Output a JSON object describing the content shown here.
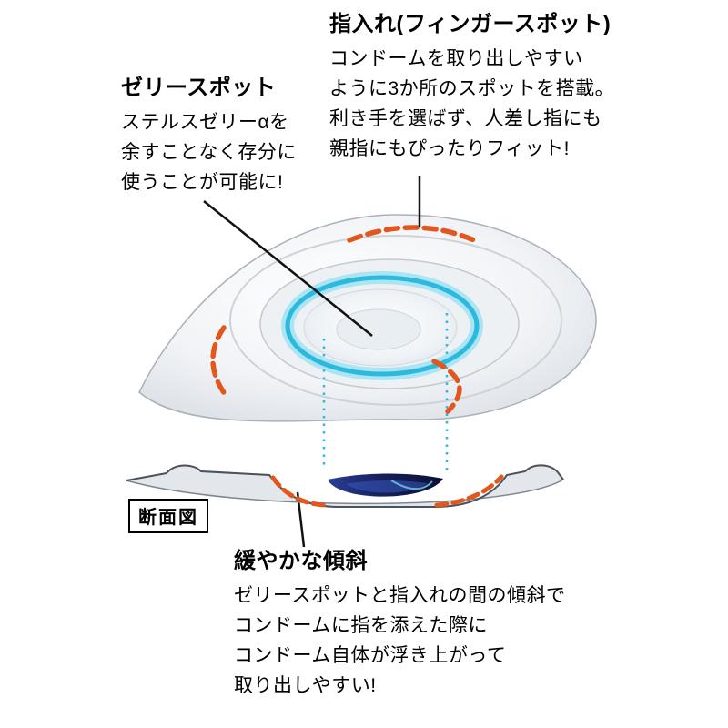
{
  "colors": {
    "text": "#000000",
    "leader_line": "#111111",
    "accent_orange": "#e2571d",
    "accent_cyan": "#2cb9de",
    "accent_cyan_glow": "#8fdef2",
    "deep_navy": "#131c4e",
    "metal_light": "#f1f3f6",
    "metal_mid": "#c6ccd4"
  },
  "callouts": {
    "finger_spot": {
      "title": "指入れ(フィンガースポット)",
      "lines": [
        "コンドームを取り出しやすい",
        "ように3か所のスポットを搭載。",
        "利き手を選ばず、人差し指にも",
        "親指にもぴったりフィット!"
      ]
    },
    "jelly_spot": {
      "title": "ゼリースポット",
      "lines": [
        "ステルスゼリーαを",
        "余すことなく存分に",
        "使うことが可能に!"
      ]
    },
    "slope": {
      "title": "緩やかな傾斜",
      "lines": [
        "ゼリースポットと指入れの間の傾斜で",
        "コンドームに指を添えた際に",
        "コンドーム自体が浮き上がって",
        "取り出しやすい!"
      ]
    },
    "cross_section": {
      "label": "断面図"
    }
  }
}
